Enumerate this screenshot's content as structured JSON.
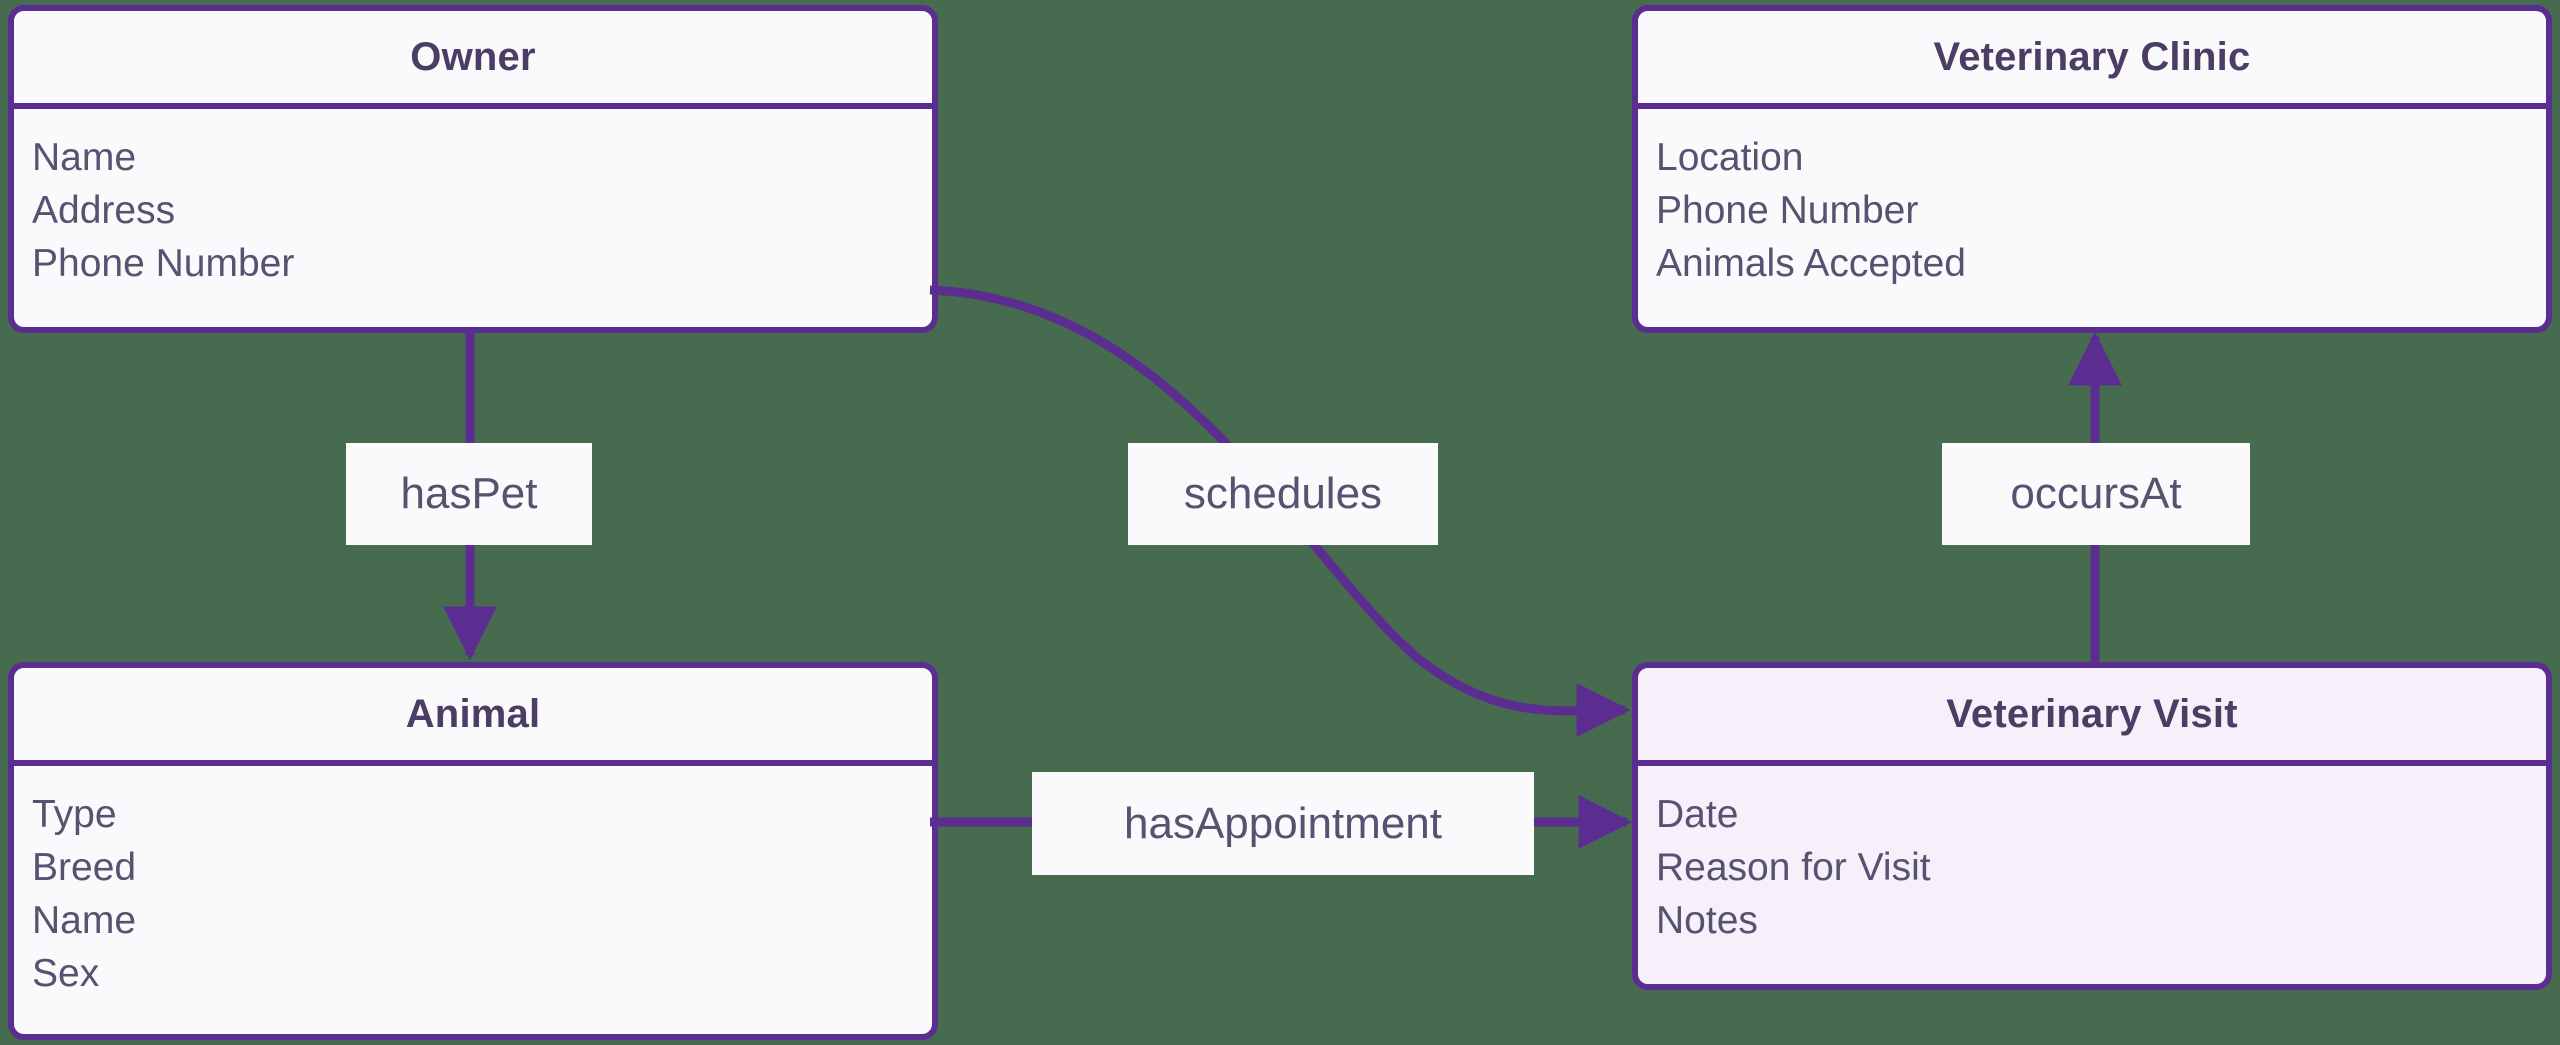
{
  "diagram": {
    "type": "entity-relationship-diagram",
    "background_color": "#476b4f",
    "accent_color": "#5b2d90",
    "title_text_color": "#4b3d63",
    "attribute_text_color": "#565270"
  },
  "entities": [
    {
      "id": "owner",
      "title": "Owner",
      "fill": "#fafafc",
      "attributes": [
        "Name",
        "Address",
        "Phone Number"
      ]
    },
    {
      "id": "veterinary-clinic",
      "title": "Veterinary Clinic",
      "fill": "#fafafc",
      "attributes": [
        "Location",
        "Phone Number",
        "Animals Accepted"
      ]
    },
    {
      "id": "animal",
      "title": "Animal",
      "fill": "#fafafc",
      "attributes": [
        "Type",
        "Breed",
        "Name",
        "Sex"
      ]
    },
    {
      "id": "veterinary-visit",
      "title": "Veterinary Visit",
      "fill": "#f6f0fb",
      "attributes": [
        "Date",
        "Reason for Visit",
        "Notes"
      ]
    }
  ],
  "relationships": [
    {
      "id": "has-pet",
      "label": "hasPet",
      "from": "owner",
      "to": "animal"
    },
    {
      "id": "schedules",
      "label": "schedules",
      "from": "owner",
      "to": "veterinary-visit"
    },
    {
      "id": "occurs-at",
      "label": "occursAt",
      "from": "veterinary-visit",
      "to": "veterinary-clinic"
    },
    {
      "id": "has-appointment",
      "label": "hasAppointment",
      "from": "animal",
      "to": "veterinary-visit"
    }
  ]
}
